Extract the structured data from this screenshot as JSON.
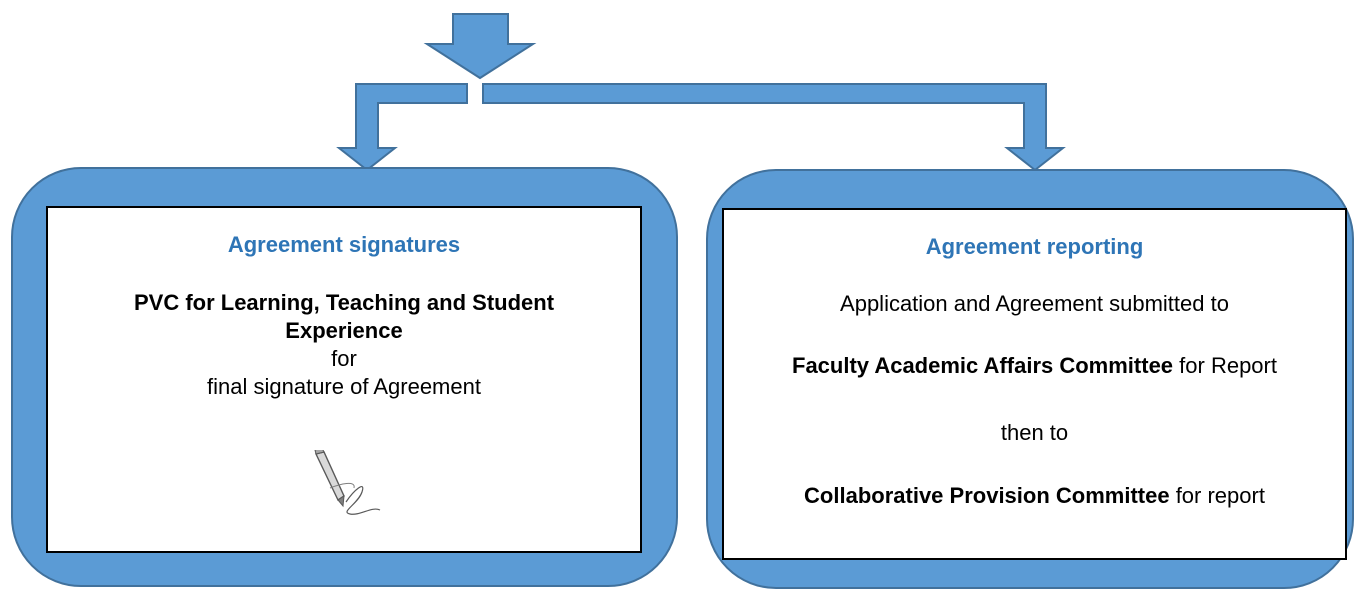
{
  "colors": {
    "panel_fill": "#5b9bd5",
    "panel_border": "#41719c",
    "heading": "#2e75b6"
  },
  "left": {
    "heading": "Agreement signatures",
    "line1_bold": "PVC for Learning, Teaching and Student",
    "line2_bold": "Experience",
    "line3": "for",
    "line4": "final signature of Agreement",
    "icon": "pen-signature-icon"
  },
  "right": {
    "heading": "Agreement reporting",
    "line1": "Application and Agreement submitted to",
    "line2_bold": "Faculty Academic Affairs Committee",
    "line2_rest": " for Report",
    "line3": "then to",
    "line4_bold": "Collaborative Provision Committee",
    "line4_rest": " for report"
  }
}
